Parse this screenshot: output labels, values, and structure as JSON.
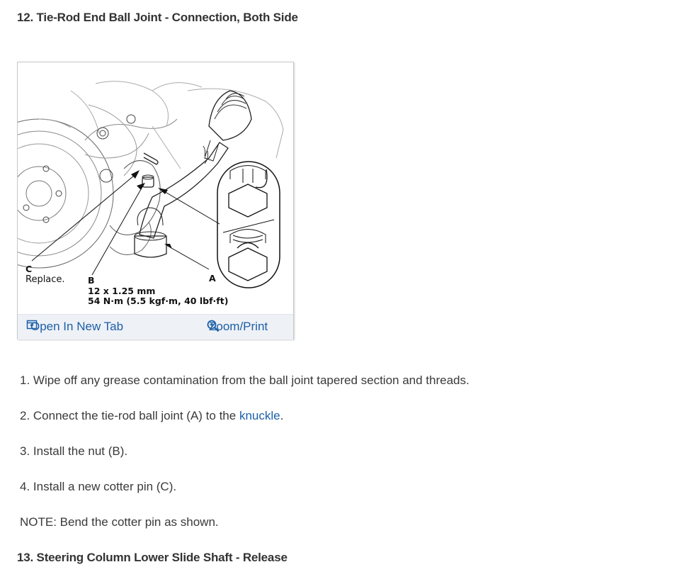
{
  "section_12": {
    "heading": "12. Tie-Rod End Ball Joint - Connection, Both Side"
  },
  "figure": {
    "label_c": "C",
    "label_c_text": "Replace.",
    "label_b": "B",
    "label_b_size": "12 x 1.25 mm",
    "label_b_torque": "54 N·m (5.5 kgf·m, 40 lbf·ft)",
    "label_a": "A",
    "open_tab_label": "Open In New Tab",
    "zoom_label": "Zoom/Print",
    "open_tab_icon": "open-new-tab-icon",
    "zoom_icon": "magnifier-plus-icon"
  },
  "steps": {
    "step1": "1. Wipe off any grease contamination from the ball joint tapered section and threads.",
    "step2_before": "2. Connect the tie-rod ball joint (A) to the ",
    "step2_link": "knuckle",
    "step2_after": ".",
    "step3": "3. Install the nut (B).",
    "step4": "4. Install a new cotter pin (C).",
    "note": "NOTE: Bend the cotter pin as shown."
  },
  "section_13": {
    "heading": "13. Steering Column Lower Slide Shaft - Release"
  },
  "colors": {
    "link": "#1d5fa8",
    "toolbar_bg": "#eef1f6"
  }
}
